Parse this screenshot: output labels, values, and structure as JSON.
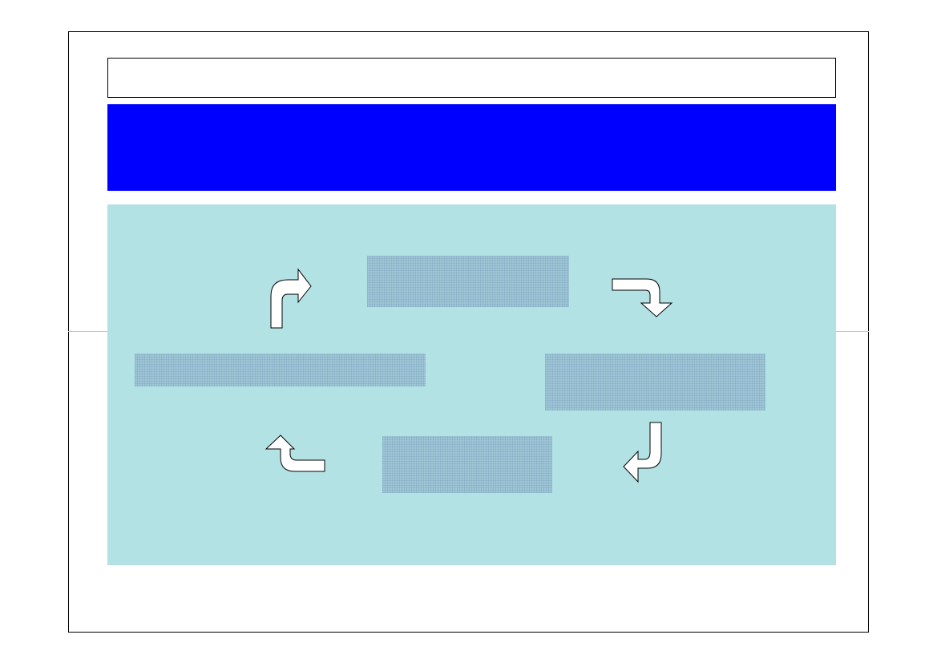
{
  "slide": {
    "title": "",
    "header": ""
  },
  "cycle": {
    "steps": [
      {
        "id": "top",
        "label": ""
      },
      {
        "id": "right",
        "label": ""
      },
      {
        "id": "bottom",
        "label": ""
      },
      {
        "id": "left",
        "label": ""
      }
    ],
    "arrows": [
      {
        "from": "top",
        "to": "right",
        "icon": "curved-arrow-right-down-icon"
      },
      {
        "from": "right",
        "to": "bottom",
        "icon": "curved-arrow-down-left-icon"
      },
      {
        "from": "bottom",
        "to": "left",
        "icon": "curved-arrow-left-up-icon"
      },
      {
        "from": "left",
        "to": "top",
        "icon": "curved-arrow-up-right-icon"
      }
    ]
  },
  "colors": {
    "header_band": "#0000ff",
    "diagram_background": "#b3e2e4",
    "step_fill": "#9fc6d6",
    "arrow_fill": "#ffffff",
    "frame_border": "#000000"
  }
}
